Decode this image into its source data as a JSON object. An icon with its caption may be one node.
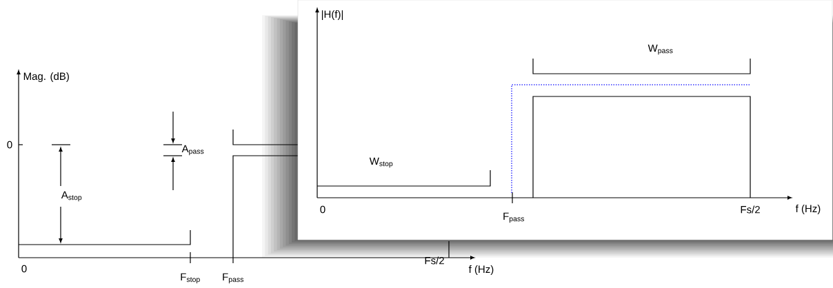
{
  "diagram": {
    "labels": [
      "|H(f)|",
      "W$_{pass}$",
      "Mag. (dB)",
      "0",
      "A$_{pass}$",
      "W$_{stop}$",
      "A$_{stop}$",
      "0",
      "F$_{pass}$",
      "Fs/2",
      "f (Hz)",
      "0",
      "F$_{stop}$",
      "F$_{pass}$",
      "Fs/2",
      "f (Hz)"
    ]
  }
}
